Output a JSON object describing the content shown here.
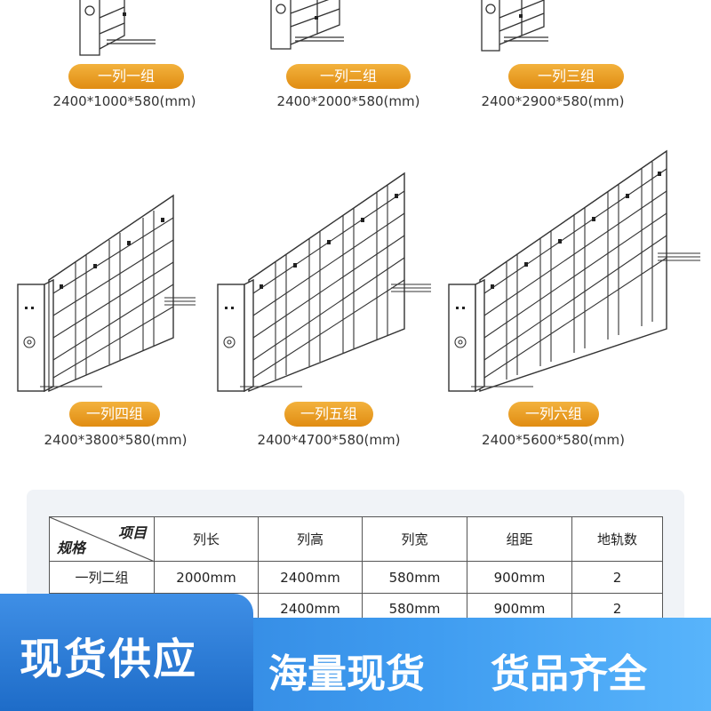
{
  "products": [
    {
      "label": "一列一组",
      "dims": "2400*1000*580(mm)"
    },
    {
      "label": "一列二组",
      "dims": "2400*2000*580(mm)"
    },
    {
      "label": "一列三组",
      "dims": "2400*2900*580(mm)"
    },
    {
      "label": "一列四组",
      "dims": "2400*3800*580(mm)"
    },
    {
      "label": "一列五组",
      "dims": "2400*4700*580(mm)"
    },
    {
      "label": "一列六组",
      "dims": "2400*5600*580(mm)"
    }
  ],
  "table": {
    "corner_top": "项目",
    "corner_bottom": "规格",
    "headers": [
      "列长",
      "列高",
      "列宽",
      "组距",
      "地轨数"
    ],
    "rows": [
      {
        "name": "一列二组",
        "cells": [
          "2000mm",
          "2400mm",
          "580mm",
          "900mm",
          "2"
        ]
      },
      {
        "name": "",
        "cells": [
          "",
          "2400mm",
          "580mm",
          "900mm",
          "2"
        ]
      }
    ]
  },
  "banner": {
    "left": "现货供应",
    "middle": "海量现货",
    "right": "货品齐全"
  },
  "colors": {
    "pill": "#e8981f",
    "banner": "#3a8fe8"
  }
}
